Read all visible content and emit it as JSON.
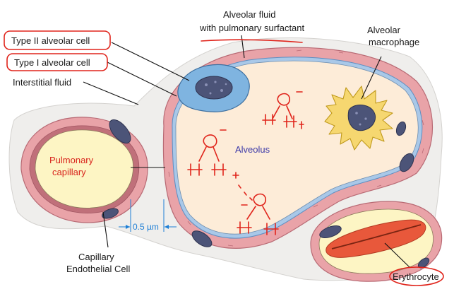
{
  "labels": {
    "type2_cell": "Type II alveolar cell",
    "type1_cell": "Type I alveolar cell",
    "interstitial_fluid": "Interstitial fluid",
    "alveolar_fluid_line1": "Alveolar fluid",
    "alveolar_fluid_line2": "with pulmonary surfactant",
    "macrophage_line1": "Alveolar",
    "macrophage_line2": "macrophage",
    "alveolus": "Alveolus",
    "capillary_line1": "Pulmonary",
    "capillary_line2": "capillary",
    "distance": "0.5 µm",
    "endothelial_line1": "Capillary",
    "endothelial_line2": "Endothelial Cell",
    "erythrocyte": "Erythrocyte"
  },
  "colors": {
    "membrane_pink": "#e9a3a8",
    "alveolus_fill": "#fdecd8",
    "capillary_fill": "#fdf5c4",
    "type2_blue": "#7fb4e0",
    "macrophage_yellow": "#f6d770",
    "nucleus": "#4c5478",
    "erythrocyte": "#e8583b",
    "annotation_red": "#e0241b",
    "label_red": "#d8241c",
    "label_blue": "#3d3aa8"
  }
}
